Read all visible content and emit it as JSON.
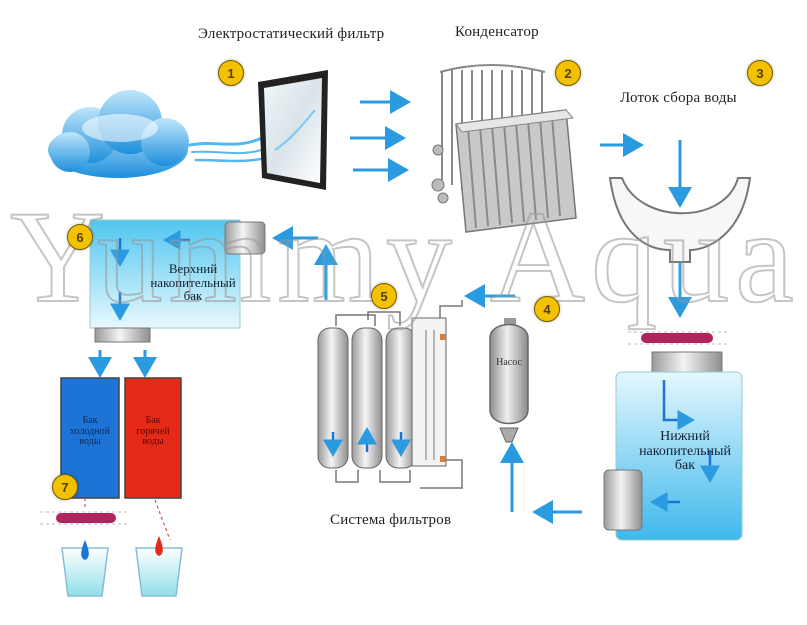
{
  "labels": {
    "electrostatic_filter": "Электростатический фильтр",
    "condenser": "Конденсатор",
    "tray": "Лоток сбора воды",
    "upper_tank": "Верхний накопительный бак",
    "lower_tank": "Нижний накопительный бак",
    "pump": "Насос",
    "filter_system": "Система фильтров",
    "cold_tank": "Бак холодной воды",
    "hot_tank": "Бак горячей воды"
  },
  "watermark": "Yummy Aqua",
  "badges": [
    "1",
    "2",
    "3",
    "4",
    "5",
    "6",
    "7"
  ],
  "colors": {
    "flow_arrow": "#2a9be0",
    "water_light": "#cdeefb",
    "water_mid": "#4cc0ef",
    "cold": "#1e74d6",
    "hot": "#e52b17",
    "badge": "#f2c200",
    "uv_lamp": "#b0245e"
  },
  "icons": [
    "cloud-icon",
    "air-flow-icon",
    "flow-arrow-icon",
    "uv-lamp-icon",
    "glass-icon"
  ]
}
